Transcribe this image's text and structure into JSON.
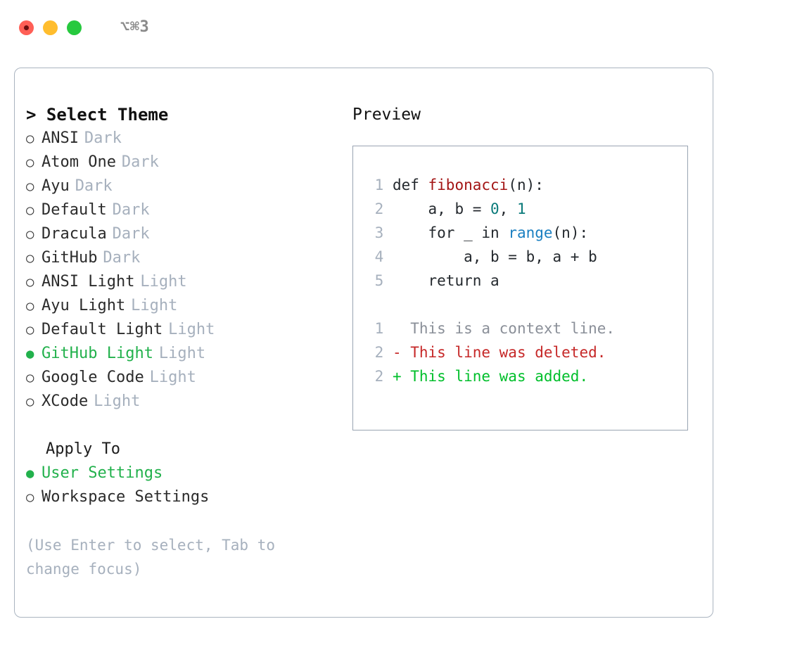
{
  "titlebar": {
    "shortcut": "⌥⌘3",
    "lights": [
      {
        "name": "close",
        "color": "#ff5f56"
      },
      {
        "name": "minimize",
        "color": "#ffbd2e"
      },
      {
        "name": "maximize",
        "color": "#27c93f"
      }
    ]
  },
  "theme_panel": {
    "header": "> Select Theme",
    "themes": [
      {
        "bullet": "○",
        "name": "ANSI",
        "tag": "Dark",
        "selected": false
      },
      {
        "bullet": "○",
        "name": "Atom One",
        "tag": "Dark",
        "selected": false
      },
      {
        "bullet": "○",
        "name": "Ayu",
        "tag": "Dark",
        "selected": false
      },
      {
        "bullet": "○",
        "name": "Default",
        "tag": "Dark",
        "selected": false
      },
      {
        "bullet": "○",
        "name": "Dracula",
        "tag": "Dark",
        "selected": false
      },
      {
        "bullet": "○",
        "name": "GitHub",
        "tag": "Dark",
        "selected": false
      },
      {
        "bullet": "○",
        "name": "ANSI Light",
        "tag": "Light",
        "selected": false
      },
      {
        "bullet": "○",
        "name": "Ayu Light",
        "tag": "Light",
        "selected": false
      },
      {
        "bullet": "○",
        "name": "Default Light",
        "tag": "Light",
        "selected": false
      },
      {
        "bullet": "●",
        "name": "GitHub Light",
        "tag": "Light",
        "selected": true
      },
      {
        "bullet": "○",
        "name": "Google Code",
        "tag": "Light",
        "selected": false
      },
      {
        "bullet": "○",
        "name": "XCode",
        "tag": "Light",
        "selected": false
      }
    ],
    "apply_to": {
      "label": "Apply To",
      "options": [
        {
          "bullet": "●",
          "name": "User Settings",
          "selected": true
        },
        {
          "bullet": "○",
          "name": "Workspace Settings",
          "selected": false
        }
      ]
    },
    "hint": "(Use Enter to select, Tab to change focus)"
  },
  "preview": {
    "title": "Preview",
    "code_lines": [
      {
        "number": "1",
        "tokens": [
          {
            "text": "def ",
            "kind": "plain"
          },
          {
            "text": "fibonacci",
            "kind": "fn"
          },
          {
            "text": "(n):",
            "kind": "plain"
          }
        ]
      },
      {
        "number": "2",
        "tokens": [
          {
            "text": "    a, b = ",
            "kind": "plain"
          },
          {
            "text": "0",
            "kind": "num"
          },
          {
            "text": ", ",
            "kind": "plain"
          },
          {
            "text": "1",
            "kind": "num"
          }
        ]
      },
      {
        "number": "3",
        "tokens": [
          {
            "text": "    for _ in ",
            "kind": "plain"
          },
          {
            "text": "range",
            "kind": "call"
          },
          {
            "text": "(n):",
            "kind": "plain"
          }
        ]
      },
      {
        "number": "4",
        "tokens": [
          {
            "text": "        a, b = b, a + b",
            "kind": "plain"
          }
        ]
      },
      {
        "number": "5",
        "tokens": [
          {
            "text": "    return a",
            "kind": "plain"
          }
        ]
      }
    ],
    "diff_lines": [
      {
        "number": "1",
        "marker": " ",
        "text": " This is a context line.",
        "kind": "ctx"
      },
      {
        "number": "2",
        "marker": "-",
        "text": " This line was deleted.",
        "kind": "del"
      },
      {
        "number": "2",
        "marker": "+",
        "text": " This line was added.",
        "kind": "add"
      }
    ]
  },
  "colors": {
    "accent_green": "#22b14c",
    "muted": "#a6b0bd",
    "border": "#aab4c0",
    "fn_red": "#a31515",
    "number_teal": "#0a7a7a",
    "call_blue": "#1a7fc1",
    "diff_add": "#00bf2b",
    "diff_del": "#c62828"
  }
}
